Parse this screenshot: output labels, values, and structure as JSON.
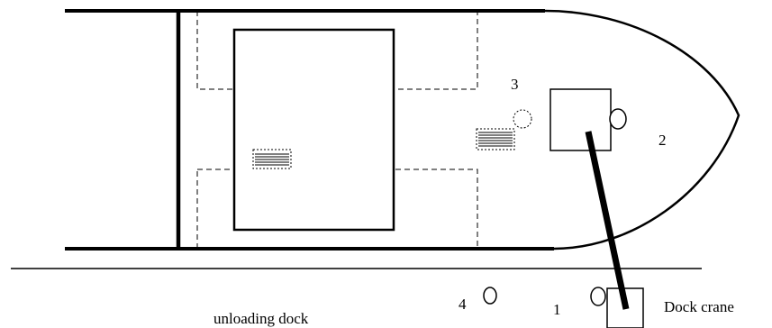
{
  "labels": {
    "position_1": "1",
    "position_2": "2",
    "position_3": "3",
    "position_4": "4",
    "unloading_dock": "unloading dock",
    "dock_crane": "Dock crane"
  },
  "colors": {
    "stroke": "#000000",
    "background": "#ffffff"
  }
}
